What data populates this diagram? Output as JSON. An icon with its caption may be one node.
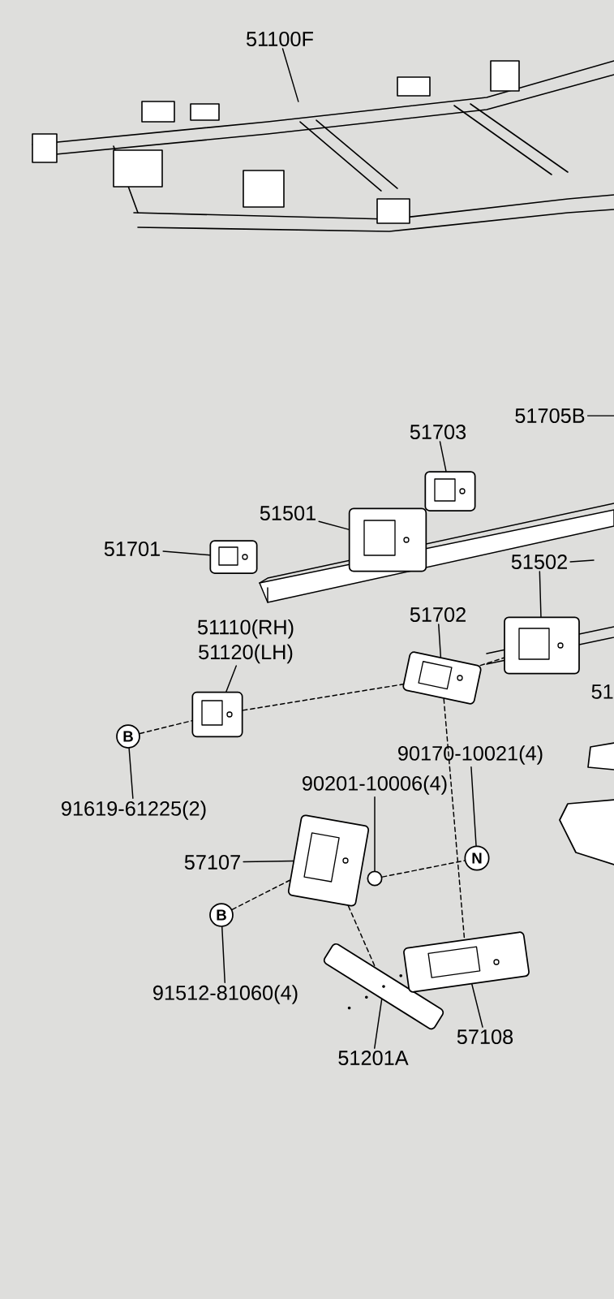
{
  "diagram": {
    "nodes": [
      {
        "text": [
          "51100F"
        ]
      },
      {
        "text": [],
        "shape": "picture"
      },
      {
        "text": [
          "51705B"
        ]
      },
      {
        "text": [
          "51703"
        ]
      },
      {
        "text": [],
        "shape": "picture"
      },
      {
        "text": [
          "51501"
        ]
      },
      {
        "text": [],
        "shape": "picture"
      },
      {
        "text": [
          "51701"
        ]
      },
      {
        "text": [],
        "shape": "picture"
      },
      {
        "text": [
          "51502"
        ]
      },
      {
        "text": [],
        "shape": "picture"
      },
      {
        "text": [
          "51702"
        ]
      },
      {
        "text": [],
        "shape": "picture"
      },
      {
        "text": [
          "51110(RH)",
          "51120(LH)"
        ]
      },
      {
        "text": [],
        "shape": "picture"
      },
      {
        "text": [
          "B"
        ]
      },
      {
        "text": [
          "91619-61225(2)"
        ]
      },
      {
        "text": [
          "57107"
        ]
      },
      {
        "text": [],
        "shape": "picture"
      },
      {
        "text": [
          "90201-10006(4)"
        ]
      },
      {
        "text": [],
        "shape": "circle"
      },
      {
        "text": [
          "90170-10021(4)"
        ]
      },
      {
        "text": [
          "N"
        ]
      },
      {
        "text": [
          "B"
        ]
      },
      {
        "text": [
          "91512-81060(4)"
        ]
      },
      {
        "text": [
          "51201A"
        ]
      },
      {
        "text": [],
        "shape": "picture"
      },
      {
        "text": [
          "57108"
        ]
      },
      {
        "text": [],
        "shape": "picture"
      }
    ],
    "edges": [
      {
        "from": 0,
        "to": 1,
        "arrow": "none"
      },
      {
        "from": 2,
        "to": null,
        "arrow": "none"
      },
      {
        "from": 3,
        "to": 4,
        "arrow": "none"
      },
      {
        "from": 5,
        "to": 6,
        "arrow": "none"
      },
      {
        "from": 7,
        "to": 8,
        "arrow": "none"
      },
      {
        "from": 9,
        "to": 10,
        "arrow": "none"
      },
      {
        "from": 9,
        "to": null,
        "arrow": "none"
      },
      {
        "from": 11,
        "to": 12,
        "arrow": "none"
      },
      {
        "from": 13,
        "to": 14,
        "arrow": "none"
      },
      {
        "from": 16,
        "to": 15,
        "arrow": "none"
      },
      {
        "from": 17,
        "to": 18,
        "arrow": "none"
      },
      {
        "from": 19,
        "to": 20,
        "arrow": "none"
      },
      {
        "from": 21,
        "to": 22,
        "arrow": "none"
      },
      {
        "from": 24,
        "to": 23,
        "arrow": "none"
      },
      {
        "from": 25,
        "to": 26,
        "arrow": "none"
      },
      {
        "from": 27,
        "to": 28,
        "arrow": "none"
      },
      {
        "from": 15,
        "to": 14,
        "arrow": "none",
        "style": "dashed"
      },
      {
        "from": 14,
        "to": 12,
        "arrow": "none",
        "style": "dashed"
      },
      {
        "from": 12,
        "to": 10,
        "arrow": "none",
        "style": "dashed"
      },
      {
        "from": 23,
        "to": 18,
        "arrow": "none",
        "style": "dashed"
      },
      {
        "from": 20,
        "to": 22,
        "arrow": "none",
        "style": "dashed"
      },
      {
        "from": 18,
        "to": 26,
        "arrow": "none",
        "style": "dashed"
      },
      {
        "from": 12,
        "to": 28,
        "arrow": "none",
        "style": "dashed"
      }
    ],
    "labels": [
      "51"
    ]
  }
}
